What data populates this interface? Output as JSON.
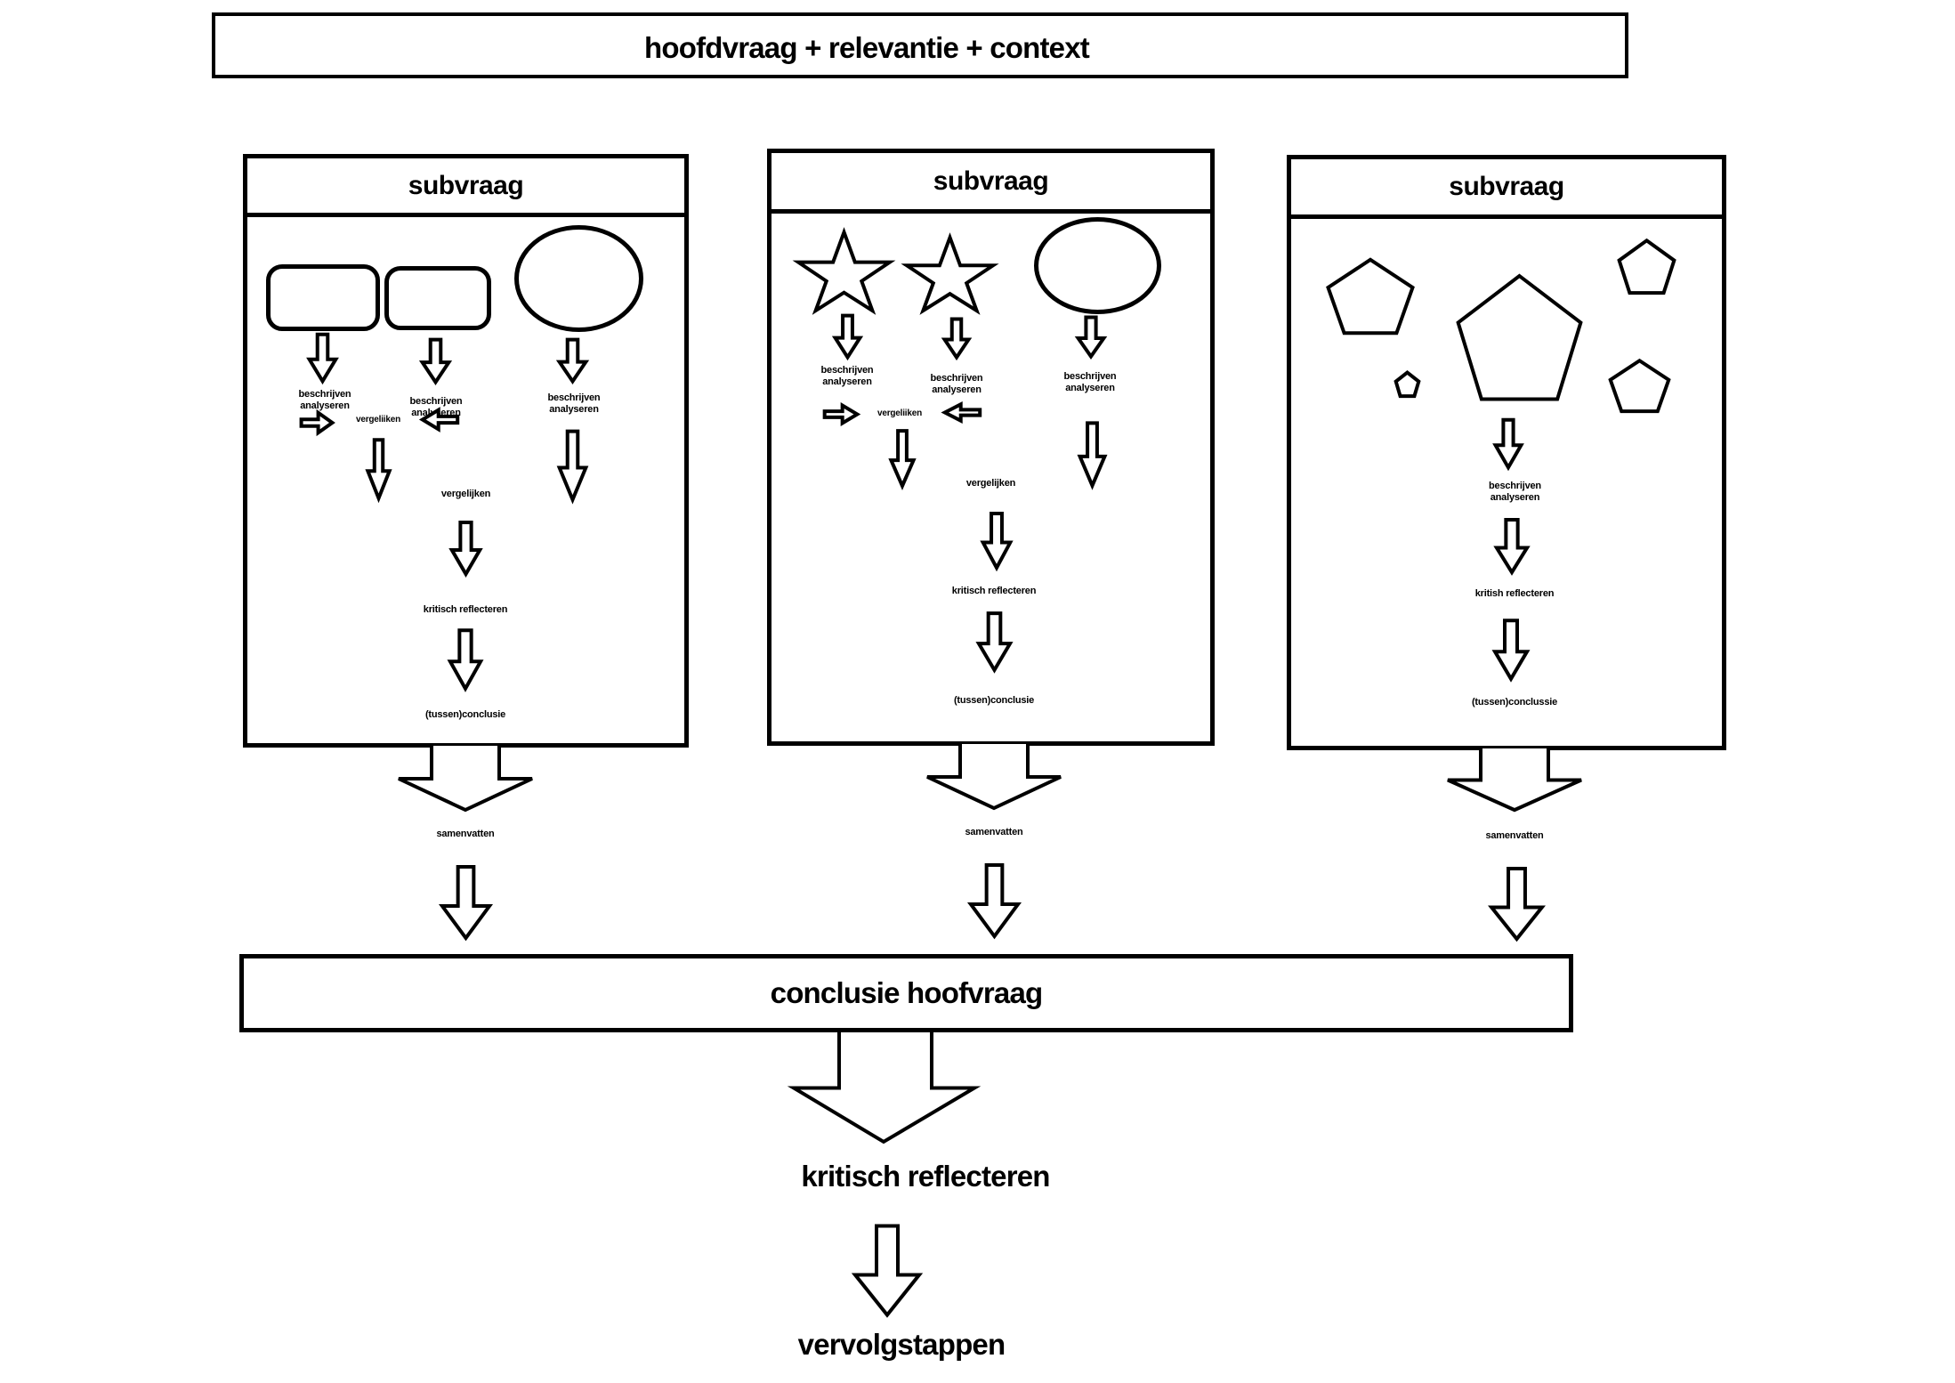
{
  "colors": {
    "ink": "#000000",
    "paper": "#ffffff"
  },
  "top_box": {
    "title": "hoofdvraag + relevantie + context"
  },
  "subvraag_boxes": [
    {
      "title": "subvraag",
      "column_labels": [
        "beschrijven\nanalyseren",
        "beschrijven\nanalyseren",
        "beschrijven\nanalyseren"
      ],
      "compare_label": "vergeliiken",
      "merge_label": "vergelijken",
      "reflect_label": "kritisch reflecteren",
      "conclusion_label": "(tussen)conclusie",
      "summary_label": "samenvatten"
    },
    {
      "title": "subvraag",
      "column_labels": [
        "beschrijven\nanalyseren",
        "beschrijven\nanalyseren",
        "beschrijven\nanalyseren"
      ],
      "compare_label": "vergeliiken",
      "merge_label": "vergelijken",
      "reflect_label": "kritisch reflecteren",
      "conclusion_label": "(tussen)conclusie",
      "summary_label": "samenvatten"
    },
    {
      "title": "subvraag",
      "column_labels": [
        "beschrijven\nanalyseren"
      ],
      "reflect_label": "kritish reflecteren",
      "conclusion_label": "(tussen)conclussie",
      "summary_label": "samenvatten"
    }
  ],
  "conclusion_box": {
    "title": "conclusie hoofvraag"
  },
  "bottom_flow": {
    "reflect_label": "kritisch reflecteren",
    "next_label": "vervolgstappen"
  },
  "icons": {
    "down-arrow": "⇩",
    "right-arrow": "⇨",
    "left-arrow": "⇦",
    "wide-down-arrow": "⬇",
    "fat-down-arrow": "⬇"
  }
}
